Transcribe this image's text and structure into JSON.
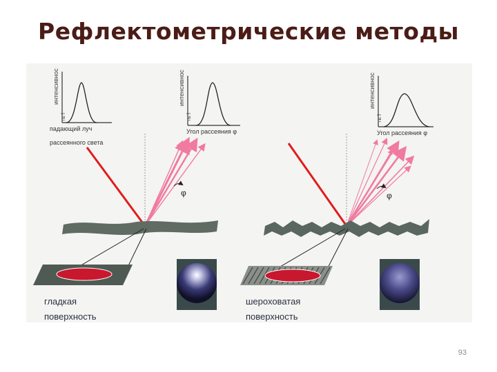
{
  "slide": {
    "title": "Рефлектометрические методы",
    "page_number": "93"
  },
  "diagram": {
    "left": {
      "incident_chart": {
        "ylabel": "интенсивнос",
        "ytick": "ть I",
        "xlabel_line1": "падающий луч",
        "xlabel_line2": "рассеянного света"
      },
      "scatter_chart": {
        "ylabel": "интенсивнос",
        "ytick": "ть I",
        "xlabel": "Угол рассеяния φ"
      },
      "angle_label": "φ",
      "caption_line1": "гладкая",
      "caption_line2": "поверхность"
    },
    "right": {
      "scatter_chart": {
        "ylabel": "интенсивнос",
        "ytick": "ть I",
        "xlabel": "Угол рассеяния φ"
      },
      "angle_label": "φ",
      "caption_line1": "шероховатая",
      "caption_line2": "поверхность"
    },
    "colors": {
      "incident_beam": "#e01c1c",
      "scattered_beam": "#f07aa0",
      "surface": "#5f6b63",
      "spot": "#c8182e",
      "sphere_bg": "#3a4a4a"
    }
  }
}
